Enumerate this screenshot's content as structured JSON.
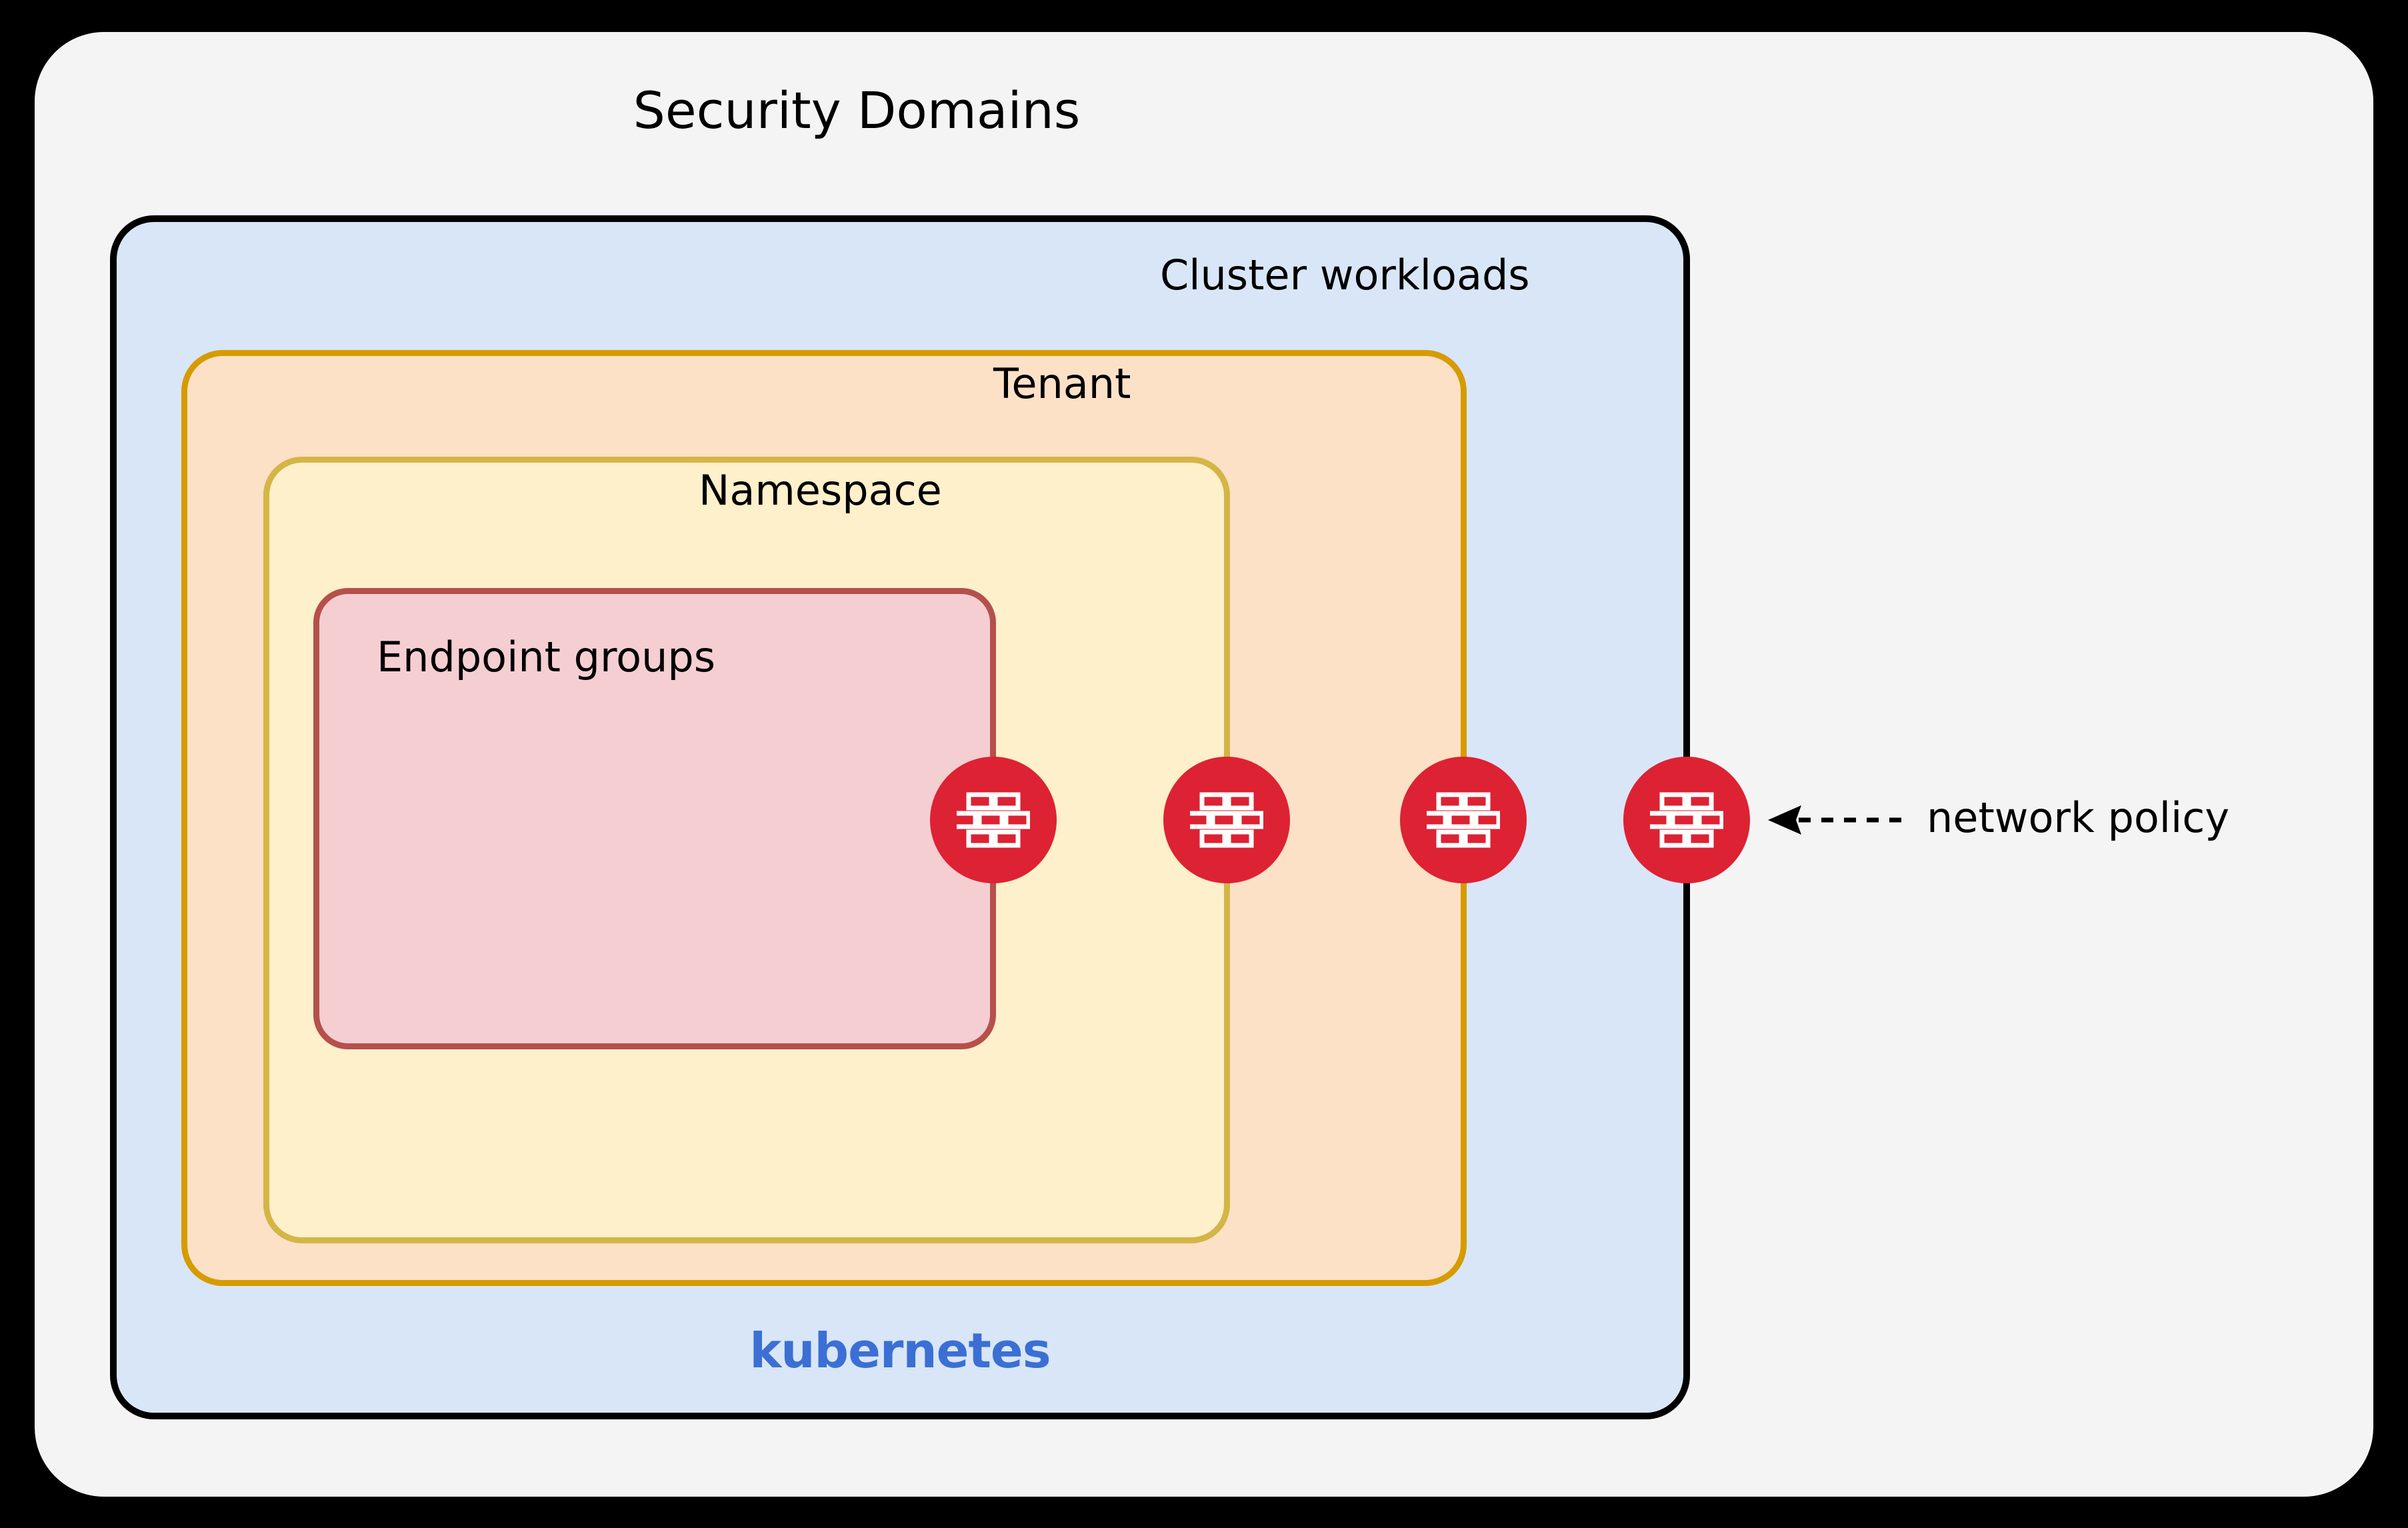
{
  "diagram": {
    "title": "Security Domains",
    "domains": [
      {
        "id": "cluster-workloads",
        "label": "Cluster workloads",
        "fill": "#d9e6f8",
        "stroke": "#000000"
      },
      {
        "id": "tenant",
        "label": "Tenant",
        "fill": "#fce1c7",
        "stroke": "#d69b00"
      },
      {
        "id": "namespace",
        "label": "Namespace",
        "fill": "#fdf0ca",
        "stroke": "#d4b546"
      },
      {
        "id": "endpoint-groups",
        "label": "Endpoint groups",
        "fill": "#f5ced2",
        "stroke": "#b5504c"
      }
    ],
    "platform_label": "kubernetes",
    "platform_color": "#3b6fd4",
    "annotation": {
      "label": "network policy",
      "arrow": "dashed-arrow-left-icon"
    },
    "policy_nodes": [
      {
        "icon": "firewall-icon",
        "boundary": "endpoint-groups",
        "color": "#dd2233"
      },
      {
        "icon": "firewall-icon",
        "boundary": "namespace",
        "color": "#dd2233"
      },
      {
        "icon": "firewall-icon",
        "boundary": "tenant",
        "color": "#dd2233"
      },
      {
        "icon": "firewall-icon",
        "boundary": "cluster-workloads",
        "color": "#dd2233"
      }
    ],
    "background": "#f4f4f4"
  }
}
